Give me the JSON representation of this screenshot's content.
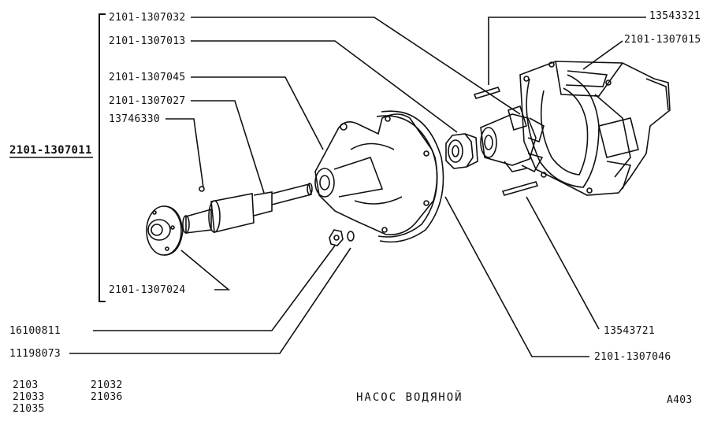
{
  "diagram": {
    "title": "НАСОС ВОДЯНОЙ",
    "code": "А403",
    "assembly_part": "2101-1307011",
    "parts": [
      "2101-1307032",
      "2101-1307013",
      "2101-1307045",
      "2101-1307027",
      "13746330",
      "2101-1307024",
      "16100811",
      "11198073",
      "13543321",
      "2101-1307015",
      "13543721",
      "2101-1307046"
    ],
    "models": [
      "2103",
      "21033",
      "21035",
      "21032",
      "21036"
    ]
  }
}
